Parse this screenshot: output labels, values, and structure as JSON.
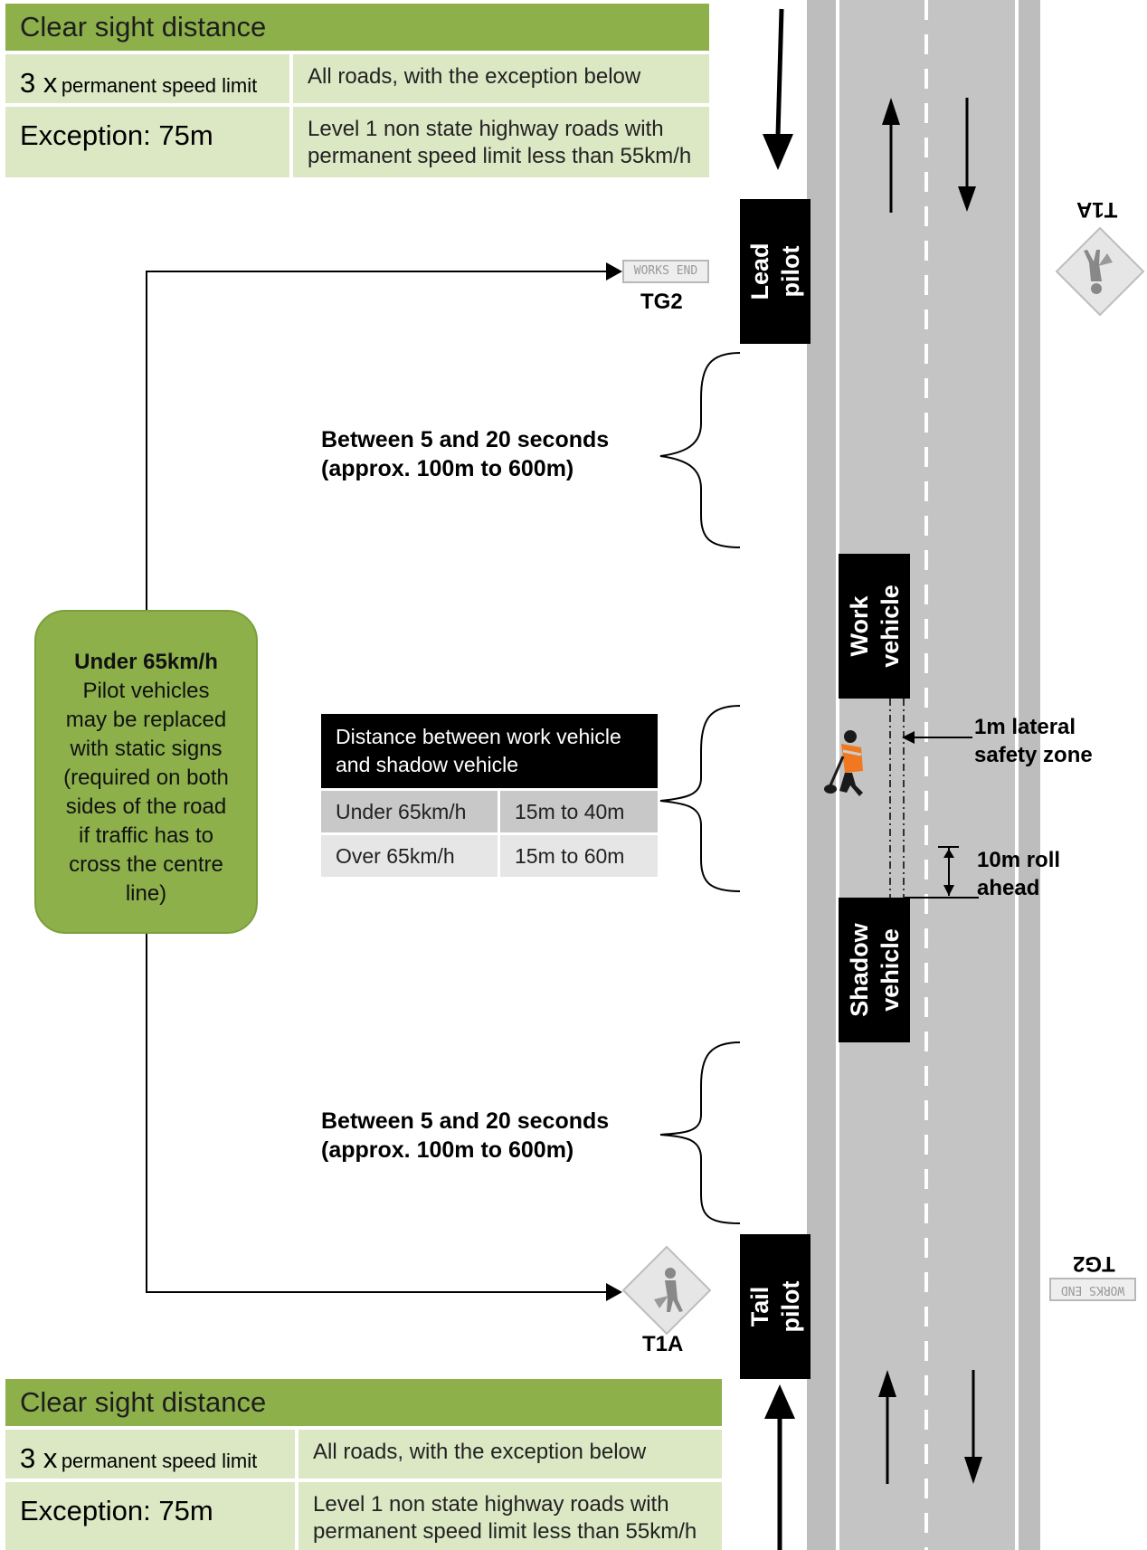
{
  "clear_sight_top": {
    "title": "Clear sight distance",
    "rows": [
      {
        "label_big": "3 x",
        "label_small": "permanent speed limit",
        "desc_1": "All roads, with the exception below",
        "desc_2": ""
      },
      {
        "label_big": "Exception: 75m",
        "label_small": "",
        "desc_1": "Level 1 non state highway roads with",
        "desc_2": "permanent speed limit less than 55km/h"
      }
    ]
  },
  "clear_sight_bottom": {
    "title": "Clear sight distance",
    "rows": [
      {
        "label_big": "3 x",
        "label_small": "permanent speed limit",
        "desc_1": "All roads, with the exception below",
        "desc_2": ""
      },
      {
        "label_big": "Exception: 75m",
        "label_small": "",
        "desc_1": "Level 1 non state highway roads with",
        "desc_2": "permanent speed limit less than 55km/h"
      }
    ]
  },
  "signs": {
    "works_end_text": "WORKS END",
    "tg2_label": "TG2",
    "t1a_label": "T1A",
    "tg2_mirrored": "TG2",
    "t1a_mirrored": "T1A"
  },
  "vehicles": {
    "lead": {
      "line1": "Lead",
      "line2": "pilot"
    },
    "work": {
      "line1": "Work",
      "line2": "vehicle"
    },
    "shadow": {
      "line1": "Shadow",
      "line2": "vehicle"
    },
    "tail": {
      "line1": "Tail",
      "line2": "pilot"
    }
  },
  "spacing": {
    "top_line1": "Between 5 and 20 seconds",
    "top_line2": "(approx. 100m to 600m)",
    "bottom_line1": "Between 5 and 20 seconds",
    "bottom_line2": "(approx. 100m to 600m)"
  },
  "green_box": {
    "heading": "Under 65km/h",
    "body": [
      "Pilot vehicles",
      "may be replaced",
      "with static signs",
      "(required on both",
      "sides of the road",
      "if traffic has to",
      "cross the centre",
      "line)"
    ]
  },
  "distance_table": {
    "header_1": "Distance between work vehicle",
    "header_2": "and shadow vehicle",
    "rows": [
      {
        "speed": "Under 65km/h",
        "distance": "15m to 40m"
      },
      {
        "speed": "Over 65km/h",
        "distance": "15m to 60m"
      }
    ]
  },
  "annotations": {
    "lateral_1": "1m lateral",
    "lateral_2": "safety zone",
    "roll_1": "10m roll",
    "roll_2": "ahead"
  },
  "colors": {
    "green": "#8db04b",
    "pale_green": "#dce7c4",
    "road": "#c4c4c4",
    "black": "#000000"
  }
}
